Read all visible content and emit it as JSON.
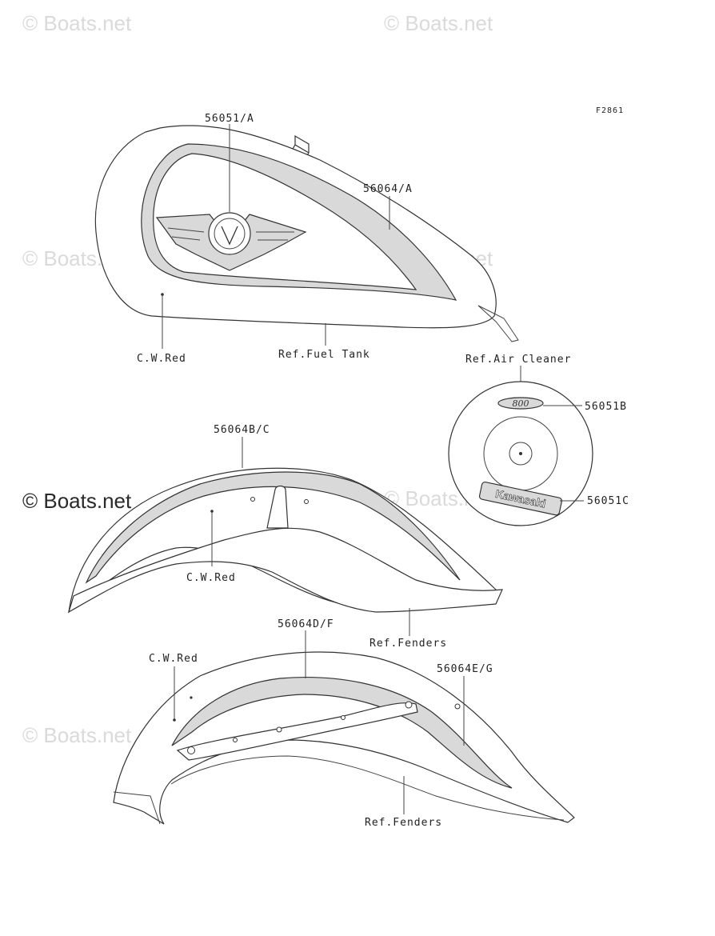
{
  "watermark": {
    "text": "© Boats.net"
  },
  "figure_code": "F2861",
  "tank": {
    "part_emblem": "56051/A",
    "part_stripe": "56064/A",
    "color_note": "C.W.Red",
    "ref": "Ref.Fuel Tank"
  },
  "air_cleaner": {
    "ref": "Ref.Air Cleaner",
    "part_top_emblem": "56051B",
    "part_bottom_emblem": "56051C",
    "emblem_top_text": "800",
    "emblem_bottom_text": "Kawasaki"
  },
  "front_fender": {
    "part_stripe": "56064B/C",
    "color_note": "C.W.Red",
    "ref": "Ref.Fenders"
  },
  "rear_fender": {
    "part_stripe_left": "56064D/F",
    "part_stripe_right": "56064E/G",
    "color_note": "C.W.Red",
    "ref": "Ref.Fenders"
  }
}
